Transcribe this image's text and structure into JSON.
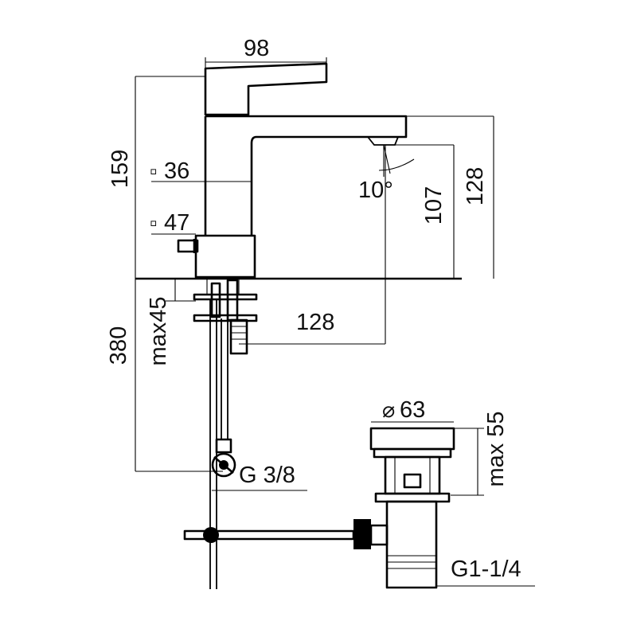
{
  "dimensions": {
    "handle_width": "98",
    "total_height": "159",
    "square_36": "36",
    "square_47": "47",
    "spout_angle": "10°",
    "spout_height": "107",
    "overall_height": "128",
    "spout_reach": "128",
    "deck_thickness": "max45",
    "hose_length": "380",
    "hose_connection": "G 3/8",
    "waste_diameter": "63",
    "waste_height": "max 55",
    "waste_thread": "G1-1/4"
  },
  "symbols": {
    "square": "▫",
    "diameter": "⌀"
  }
}
